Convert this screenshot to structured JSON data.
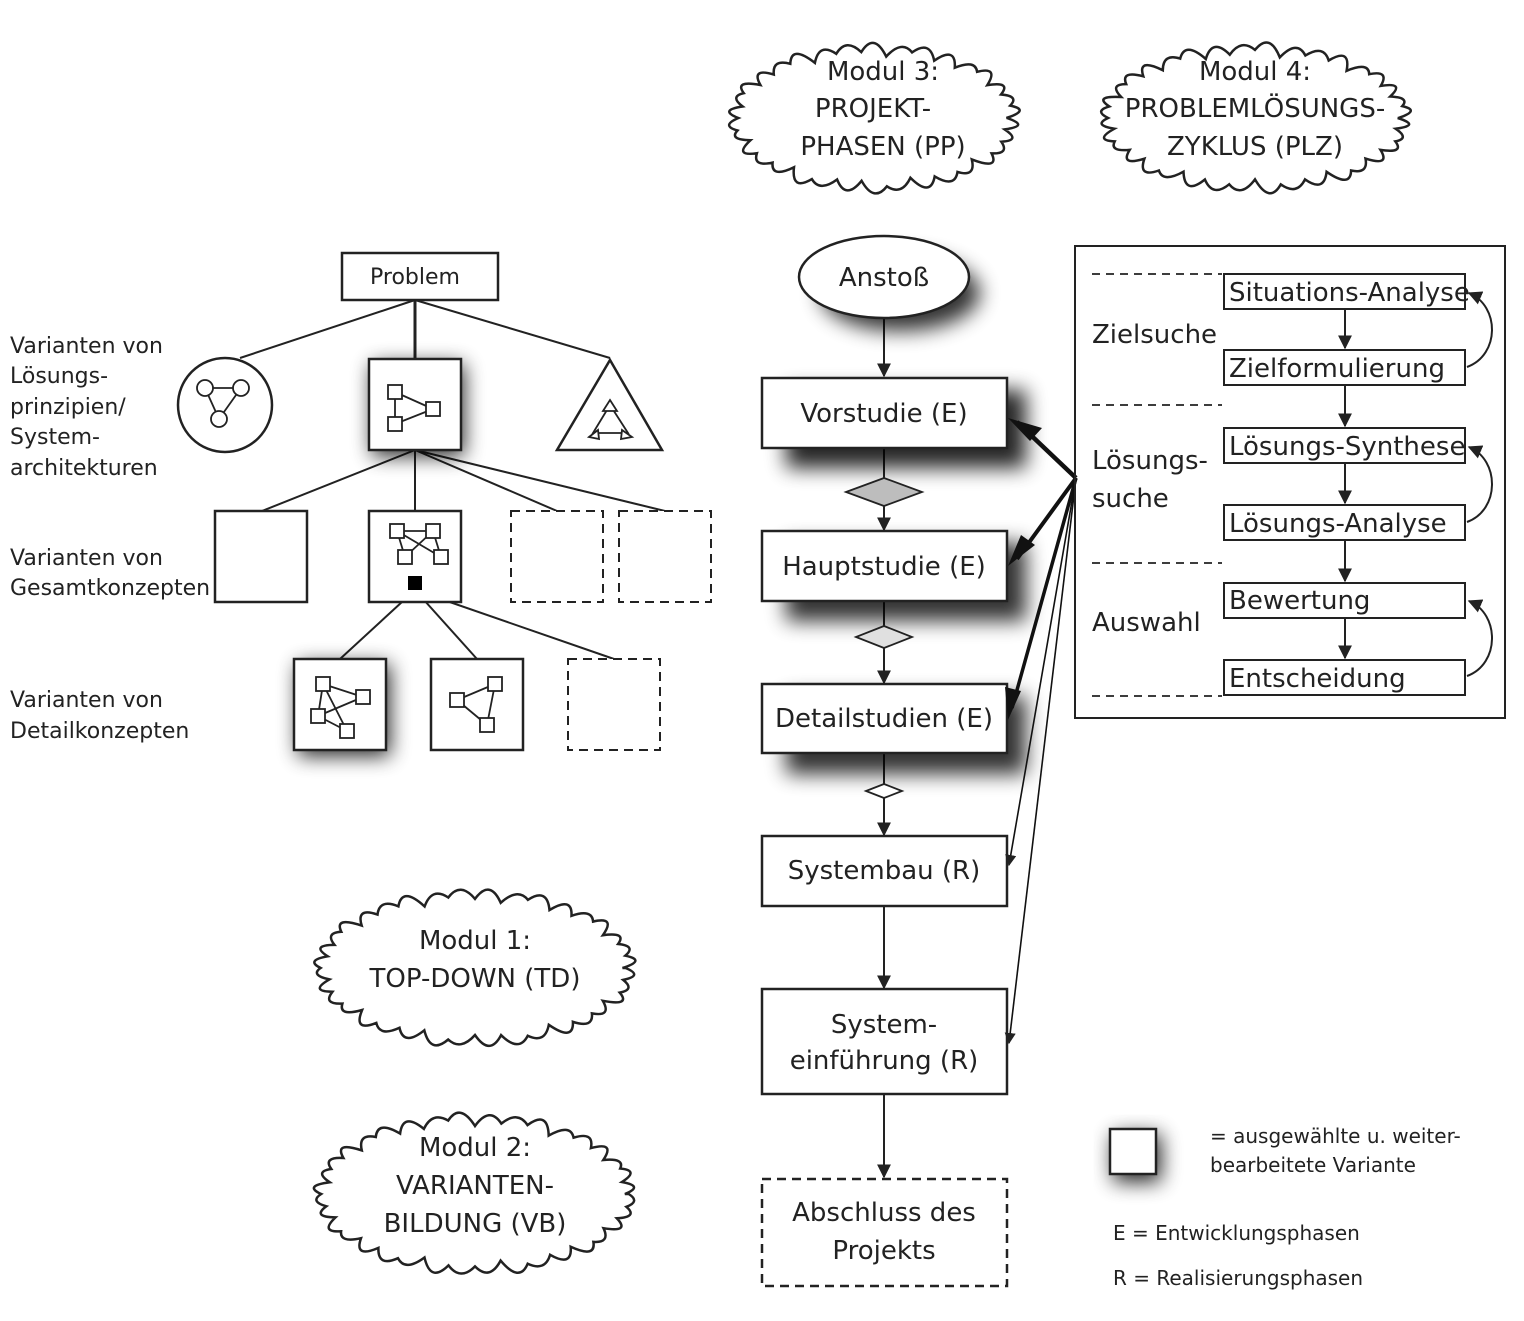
{
  "modules": {
    "m1": [
      "Modul 1:",
      "TOP-DOWN (TD)"
    ],
    "m2": [
      "Modul 2:",
      "VARIANTEN-",
      "BILDUNG (VB)"
    ],
    "m3": [
      "Modul 3:",
      "PROJEKT-",
      "PHASEN (PP)"
    ],
    "m4": [
      "Modul 4:",
      "PROBLEMLÖSUNGS-",
      "ZYKLUS (PLZ)"
    ]
  },
  "tree": {
    "root": "Problem",
    "level1_label": [
      "Varianten von",
      "Lösungs-",
      "prinzipien/",
      "System-",
      "architekturen"
    ],
    "level2_label": [
      "Varianten von",
      "Gesamtkonzepten"
    ],
    "level3_label": [
      "Varianten von",
      "Detailkonzepten"
    ]
  },
  "phases": {
    "start": "Anstoß",
    "vorstudie": "Vorstudie (E)",
    "hauptstudie": "Hauptstudie (E)",
    "detailstudien": "Detailstudien (E)",
    "systembau": "Systembau (R)",
    "einfuehrung": [
      "System-",
      "einführung (R)"
    ],
    "abschluss": [
      "Abschluss des",
      "Projekts"
    ]
  },
  "cycle": {
    "groups": {
      "zielsuche": [
        "Zielsuche"
      ],
      "loesungssuche": [
        "Lösungs-",
        "suche"
      ],
      "auswahl": [
        "Auswahl"
      ]
    },
    "steps": {
      "situationsanalyse": "Situations-Analyse",
      "zielformulierung": "Zielformulierung",
      "loesungssynthese": "Lösungs-Synthese",
      "loesungsanalyse": "Lösungs-Analyse",
      "bewertung": "Bewertung",
      "entscheidung": "Entscheidung"
    }
  },
  "legend": {
    "selected": [
      "= ausgewählte u. weiter-",
      "bearbeitete Variante"
    ],
    "e": "E = Entwicklungsphasen",
    "r": "R = Realisierungsphasen"
  }
}
